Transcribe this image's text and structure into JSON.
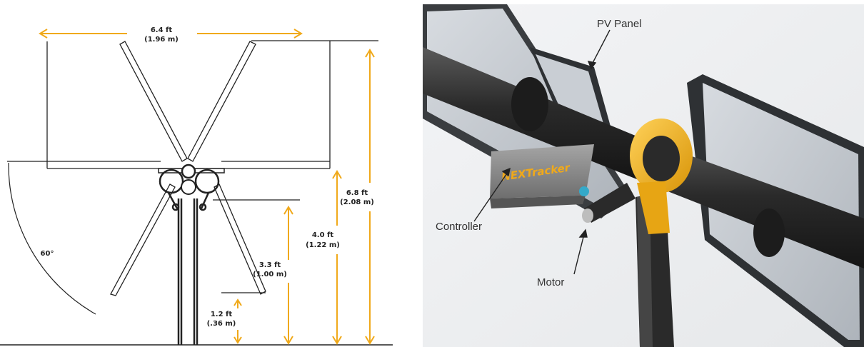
{
  "dimensions": {
    "width_ft": "6.4 ft",
    "width_m": "(1.96 m)",
    "height_total_ft": "6.8 ft",
    "height_total_m": "(2.08 m)",
    "height_axis_ft": "4.0 ft",
    "height_axis_m": "(1.22 m)",
    "panel_edge_ft": "3.3 ft",
    "panel_edge_m": "(1.00 m)",
    "clearance_ft": "1.2 ft",
    "clearance_m": "(.36 m)",
    "tilt_angle": "60°"
  },
  "callouts": {
    "pv_panel": "PV Panel",
    "controller": "Controller",
    "motor": "Motor"
  },
  "brand": {
    "name": "NEXTracker"
  },
  "colors": {
    "dimension_arrow": "#f0a91a",
    "outline": "#222222",
    "clamp_yellow": "#f2b01e",
    "controller_gray": "#8d8d8d"
  }
}
